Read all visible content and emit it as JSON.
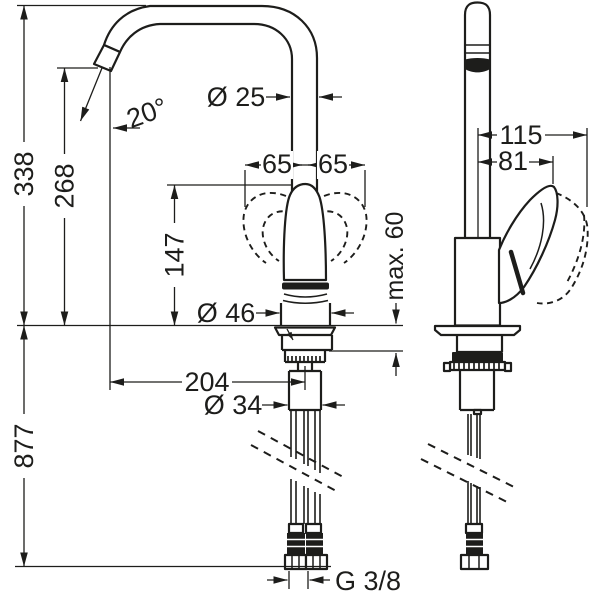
{
  "colors": {
    "background": "#ffffff",
    "line": "#1d1d1b"
  },
  "front_view": {
    "dims": {
      "total_height": "338",
      "spout_outlet_height": "268",
      "handle_top_height": "147",
      "below_counter_length": "877",
      "spout_angle": "20°",
      "spout_tube_diameter": "Ø 25",
      "handle_swing_left": "65",
      "handle_swing_right": "65",
      "body_diameter": "Ø 46",
      "spout_reach": "204",
      "shank_diameter": "Ø 34",
      "max_mounting_thickness": "max. 60",
      "connection_thread": "G 3/8"
    }
  },
  "side_view": {
    "dims": {
      "overall_depth": "115",
      "handle_depth": "81"
    }
  }
}
